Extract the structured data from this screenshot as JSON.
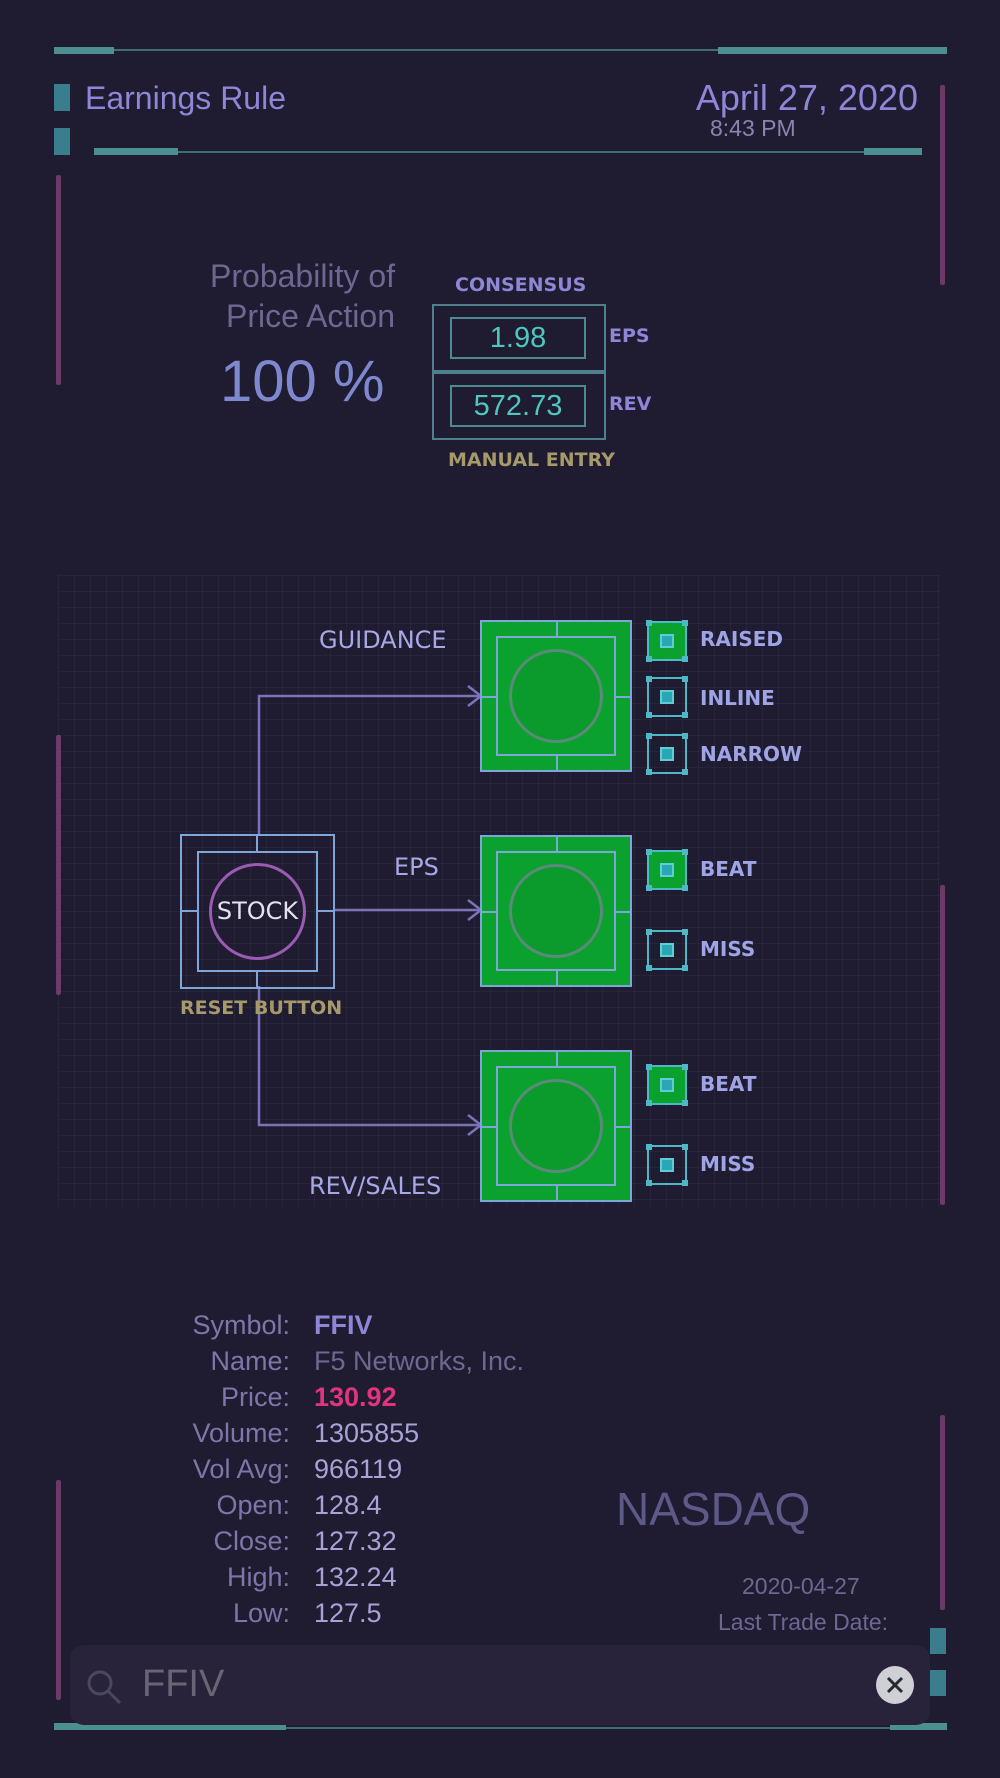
{
  "header": {
    "title": "Earnings Rule",
    "date": "April 27, 2020",
    "time": "8:43 PM"
  },
  "probability": {
    "label_line1": "Probability of",
    "label_line2": "Price Action",
    "value": "100 %"
  },
  "consensus": {
    "title": "CONSENSUS",
    "eps_value": "1.98",
    "eps_label": "EPS",
    "rev_value": "572.73",
    "rev_label": "REV",
    "footer": "MANUAL ENTRY"
  },
  "diagram": {
    "stock_label": "STOCK",
    "reset_label": "RESET BUTTON",
    "guidance": {
      "label": "GUIDANCE",
      "options": [
        {
          "label": "RAISED",
          "checked": true
        },
        {
          "label": "INLINE",
          "checked": false
        },
        {
          "label": "NARROW",
          "checked": false
        }
      ]
    },
    "eps": {
      "label": "EPS",
      "options": [
        {
          "label": "BEAT",
          "checked": true
        },
        {
          "label": "MISS",
          "checked": false
        }
      ]
    },
    "rev": {
      "label": "REV/SALES",
      "options": [
        {
          "label": "BEAT",
          "checked": true
        },
        {
          "label": "MISS",
          "checked": false
        }
      ]
    }
  },
  "quote": {
    "symbol_key": "Symbol:",
    "symbol": "FFIV",
    "name_key": "Name:",
    "name": "F5 Networks, Inc.",
    "price_key": "Price:",
    "price": "130.92",
    "volume_key": "Volume:",
    "volume": "1305855",
    "volavg_key": "Vol Avg:",
    "volavg": "966119",
    "open_key": "Open:",
    "open": "128.4",
    "close_key": "Close:",
    "close": "127.32",
    "high_key": "High:",
    "high": "132.24",
    "low_key": "Low:",
    "low": "127.5",
    "exchange": "NASDAQ",
    "last_trade_date": "2020-04-27",
    "last_trade_label": "Last Trade Date:"
  },
  "search": {
    "value": "FFIV"
  },
  "colors": {
    "background": "#1f1b31",
    "accent_green": "#0aa12e",
    "accent_teal": "#4fc6c0",
    "price_pink": "#e0357e"
  }
}
